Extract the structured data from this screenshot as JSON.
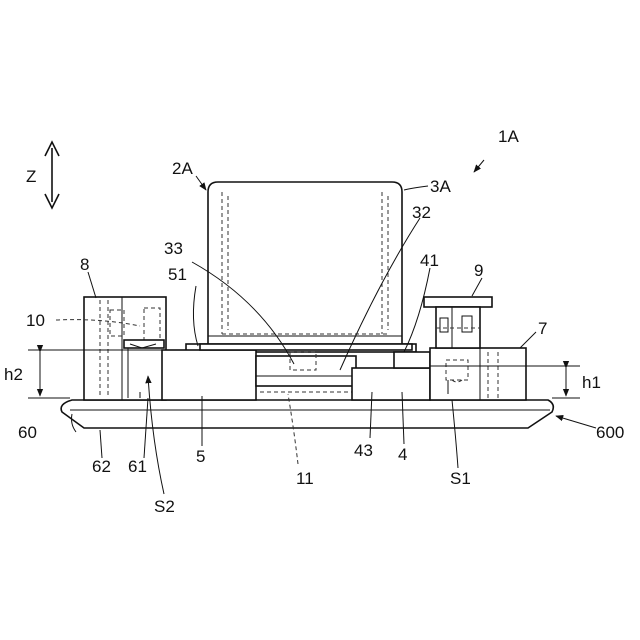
{
  "labels": {
    "fig": "1A",
    "z": "Z",
    "l2a": "2A",
    "l3a": "3A",
    "l32": "32",
    "l33": "33",
    "l51": "51",
    "l41": "41",
    "l8": "8",
    "l9": "9",
    "l7": "7",
    "l10": "10",
    "h2": "h2",
    "h1": "h1",
    "l60": "60",
    "l600": "600",
    "l62": "62",
    "l61": "61",
    "l5": "5",
    "l43": "43",
    "l4": "4",
    "s1": "S1",
    "s2": "S2",
    "l11": "11"
  }
}
